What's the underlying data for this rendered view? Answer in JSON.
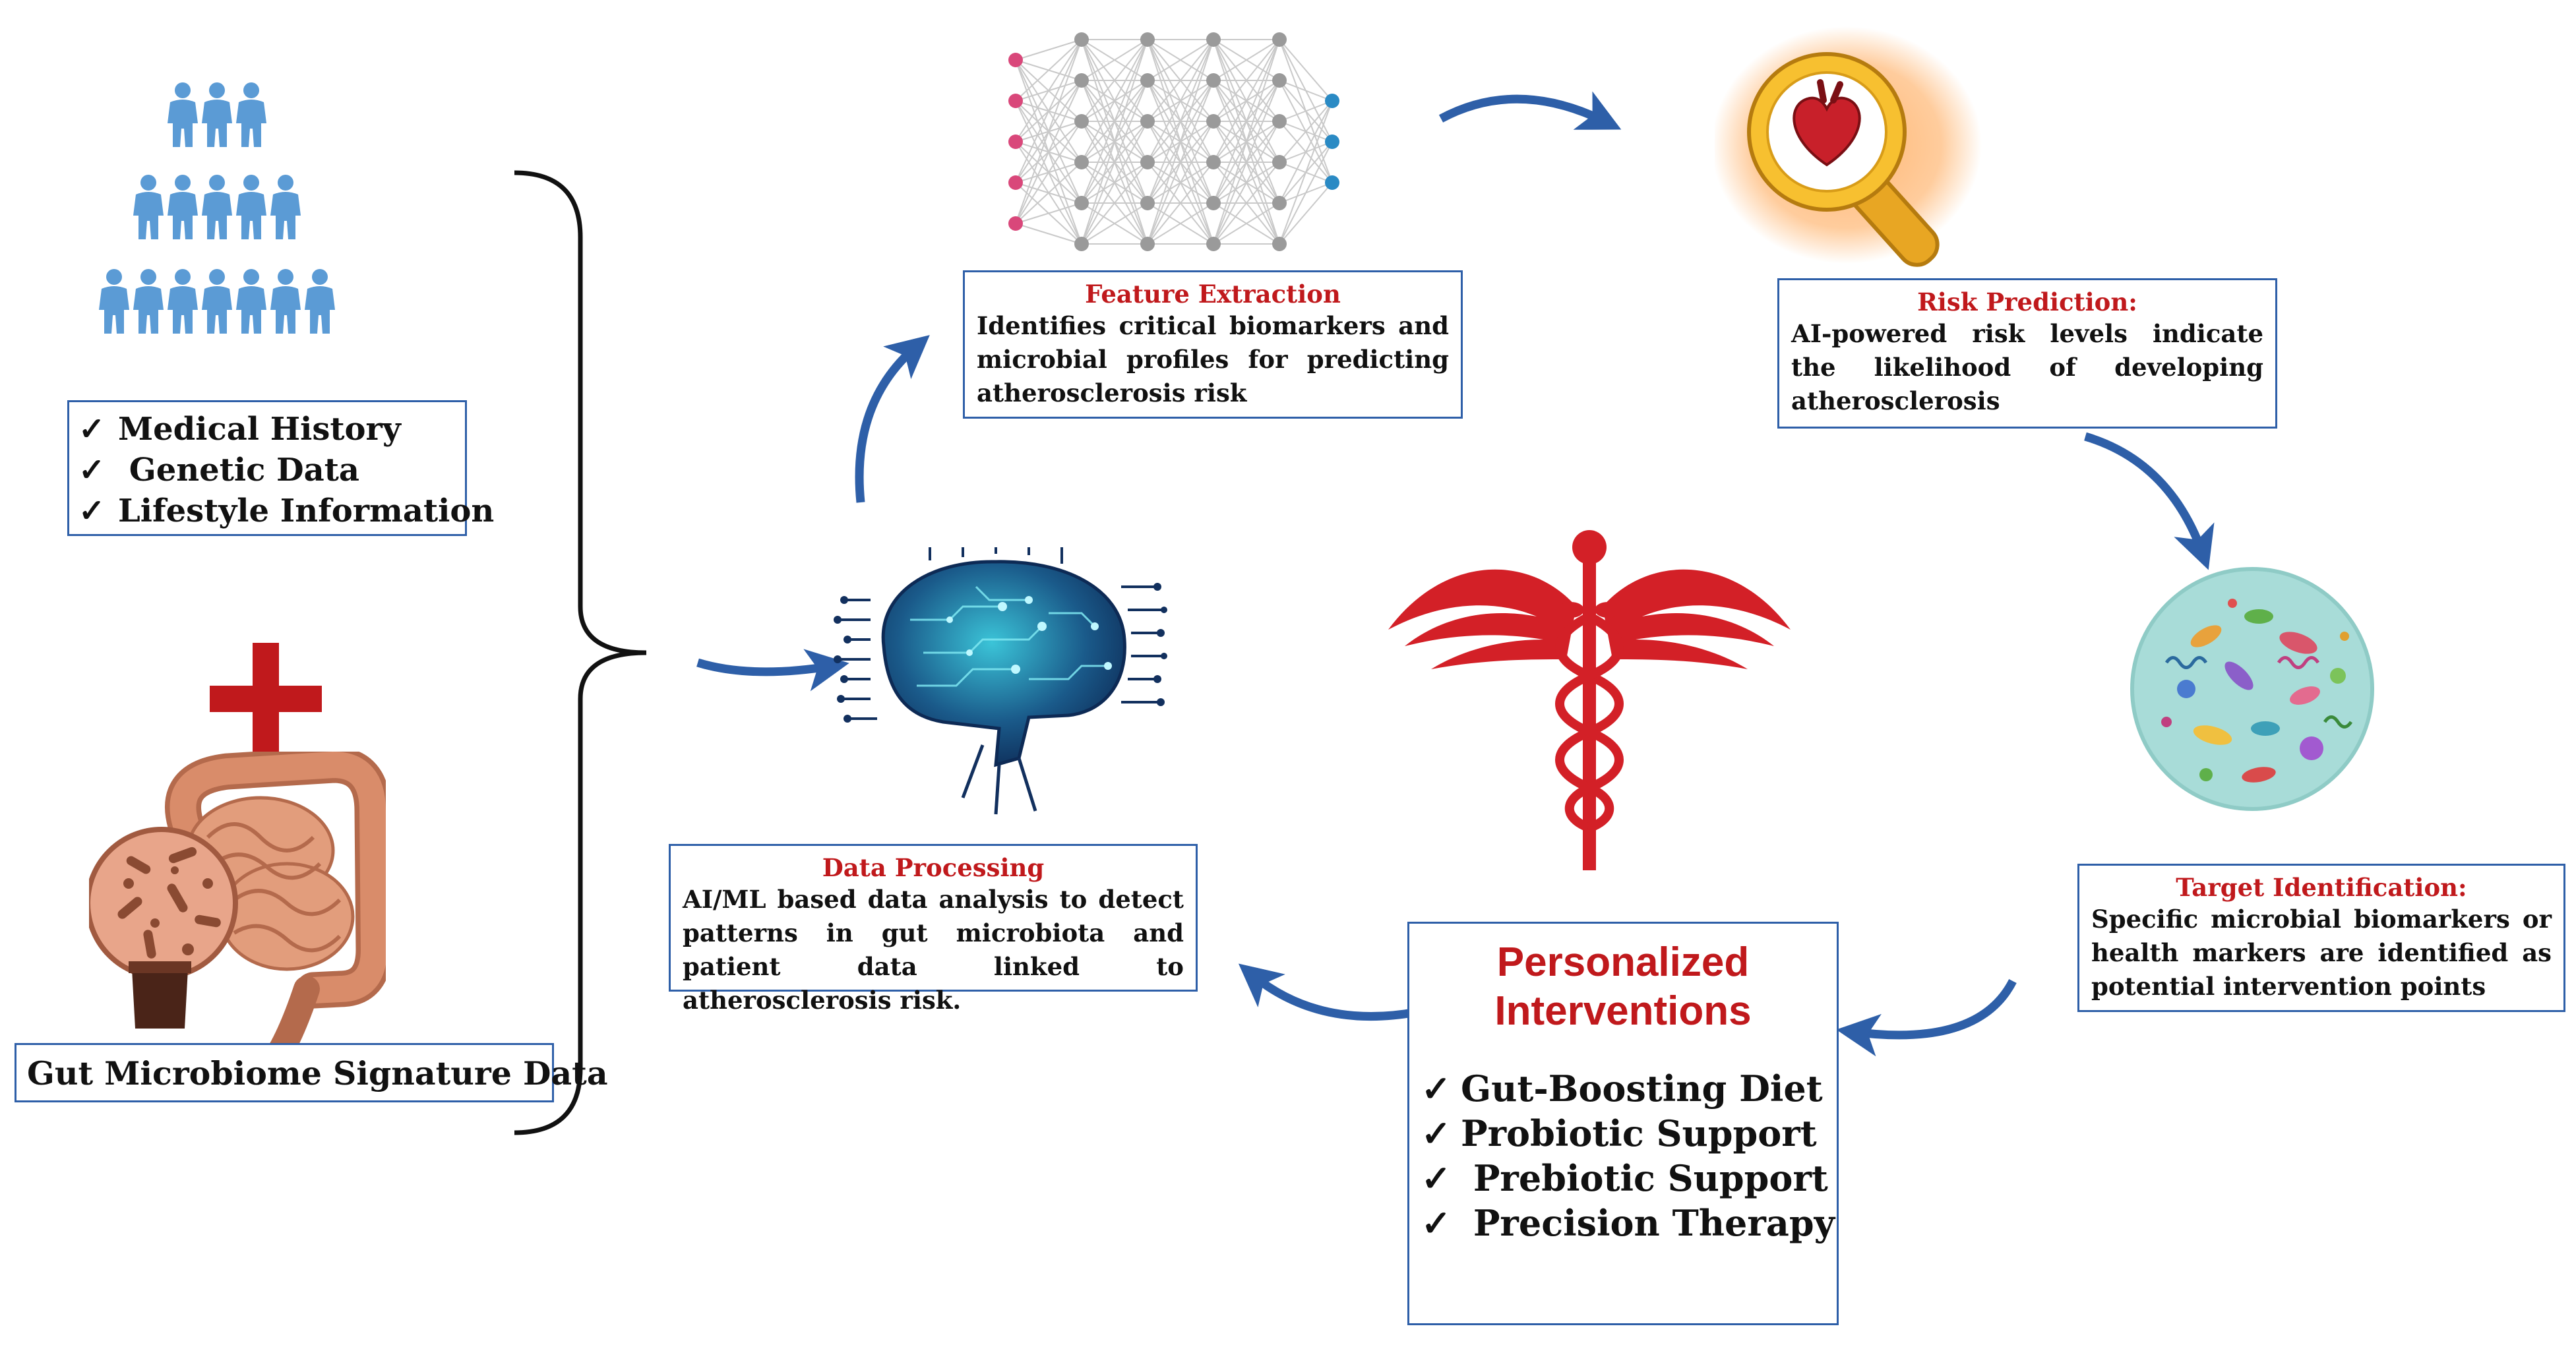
{
  "inputs": {
    "checklist": [
      "Medical History",
      "Genetic Data",
      "Lifestyle Information"
    ],
    "gut_label": "Gut Microbiome Signature Data"
  },
  "feature_extraction": {
    "title": "Feature Extraction",
    "body": "Identifies critical biomarkers and microbial profiles for predicting atherosclerosis risk"
  },
  "risk_prediction": {
    "title": "Risk Prediction:",
    "body": "AI-powered risk levels indicate the likelihood of developing atherosclerosis"
  },
  "target_identification": {
    "title": "Target Identification:",
    "body": "Specific microbial biomarkers or health markers are identified as potential intervention points"
  },
  "data_processing": {
    "title": "Data Processing",
    "body": "AI/ML based data analysis to detect patterns in gut microbiota and patient data linked to atherosclerosis risk."
  },
  "personalized": {
    "title_line1": "Personalized",
    "title_line2": "Interventions",
    "items": [
      "Gut-Boosting Diet",
      "Probiotic Support",
      "Prebiotic Support",
      "Precision Therapy"
    ]
  },
  "colors": {
    "arrow": "#2e5fa8",
    "title_red": "#c0191c",
    "border_blue": "#2e5fa8",
    "person_blue": "#5b9bd5",
    "plus_red": "#c0191c"
  },
  "icons": [
    "people-pyramid-icon",
    "plus-icon",
    "intestine-icon",
    "neural-network-icon",
    "magnifier-heart-icon",
    "ai-brain-icon",
    "caduceus-icon",
    "microbiome-icon"
  ]
}
